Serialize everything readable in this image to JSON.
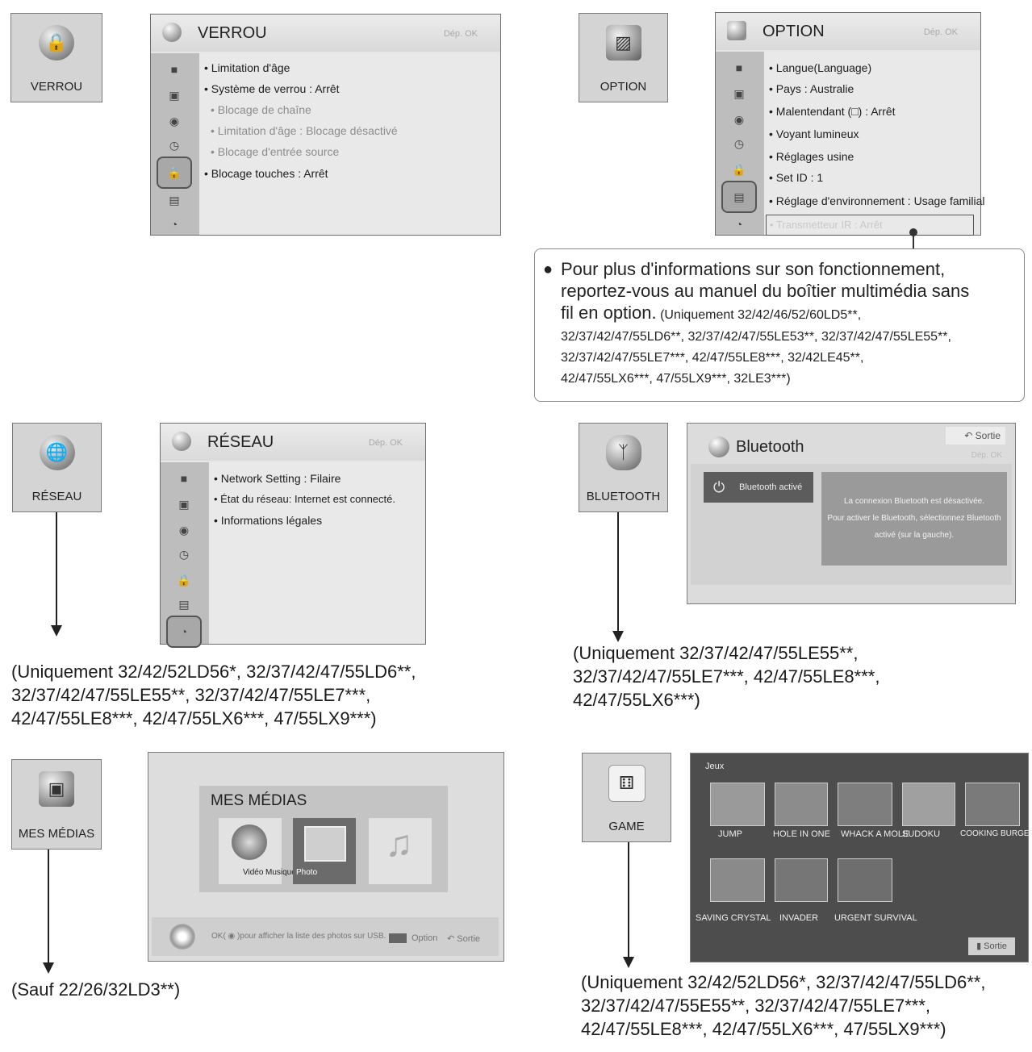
{
  "verrou": {
    "tile_label": "VERROU",
    "title": "VERROU",
    "nav": "Dép.  OK",
    "items": [
      "Limitation d'âge",
      "Système de verrou  : Arrêt",
      "Blocage de chaîne",
      "Limitation d'âge : Blocage désactivé",
      "Blocage d'entrée source",
      "Blocage touches  : Arrêt"
    ]
  },
  "option": {
    "tile_label": "OPTION",
    "title": "OPTION",
    "nav": "Dép.  OK",
    "items": [
      "Langue(Language)",
      "Pays  : Australie",
      "Malentendant (□)  : Arrêt",
      "Voyant lumineux",
      "Réglages usine",
      "Set ID  : 1",
      "Réglage d'environnement  : Usage familial",
      "Transmetteur IR      : Arrêt"
    ],
    "callout": {
      "line1": "Pour plus d'informations sur son fonctionnement,",
      "line2": "reportez-vous au manuel du boîtier multimédia sans",
      "line3": "fil en option.",
      "small1": "(Uniquement 32/42/46/52/60LD5**,",
      "small2": "32/37/42/47/55LD6**, 32/37/42/47/55LE53**, 32/37/42/47/55LE55**,",
      "small3": "32/37/42/47/55LE7***, 42/47/55LE8***, 32/42LE45**,",
      "small4": "42/47/55LX6***, 47/55LX9***, 32LE3***)"
    }
  },
  "reseau": {
    "tile_label": "RÉSEAU",
    "title": "RÉSEAU",
    "nav": "Dép.  OK",
    "items": [
      "Network Setting  : Filaire",
      "État du réseau: Internet est connecté.",
      "Informations légales"
    ],
    "note": [
      "(Uniquement 32/42/52LD56*, 32/37/42/47/55LD6**,",
      "32/37/42/47/55LE55**, 32/37/42/47/55LE7***,",
      "42/47/55LE8***, 42/47/55LX6***, 47/55LX9***)"
    ]
  },
  "bluetooth": {
    "tile_label": "BLUETOOTH",
    "title": "Bluetooth",
    "exit": "Sortie",
    "nav": "Dép.  OK",
    "button": "Bluetooth activé",
    "message": [
      "La connexion Bluetooth est désactivée.",
      "Pour activer le Bluetooth, sélectionnez Bluetooth",
      "activé (sur la gauche)."
    ],
    "note": [
      "(Uniquement 32/37/42/47/55LE55**,",
      "32/37/42/47/55LE7***, 42/47/55LE8***,",
      "42/47/55LX6***)"
    ]
  },
  "medias": {
    "tile_label": "MES MÉDIAS",
    "title": "MES MÉDIAS",
    "labels": [
      "Vidéo",
      "Musique",
      "Photo"
    ],
    "footer": "OK( ◉ )pour afficher la liste des photos sur USB.",
    "option": "Option",
    "exit": "Sortie",
    "note": "(Sauf 22/26/32LD3**)"
  },
  "game": {
    "tile_label": "GAME",
    "heading": "Jeux",
    "games_row1": [
      "JUMP",
      "HOLE IN ONE",
      "WHACK A MOLE",
      "SUDOKU",
      "COOKING BURGER"
    ],
    "games_row2": [
      "SAVING CRYSTAL",
      "INVADER",
      "URGENT SURVIVAL"
    ],
    "exit": "Sortie",
    "note": [
      "(Uniquement 32/42/52LD56*, 32/37/42/47/55LD6**,",
      "32/37/42/47/55E55**, 32/37/42/47/55LE7***,",
      "42/47/55LE8***, 42/47/55LX6***, 47/55LX9***)"
    ]
  }
}
